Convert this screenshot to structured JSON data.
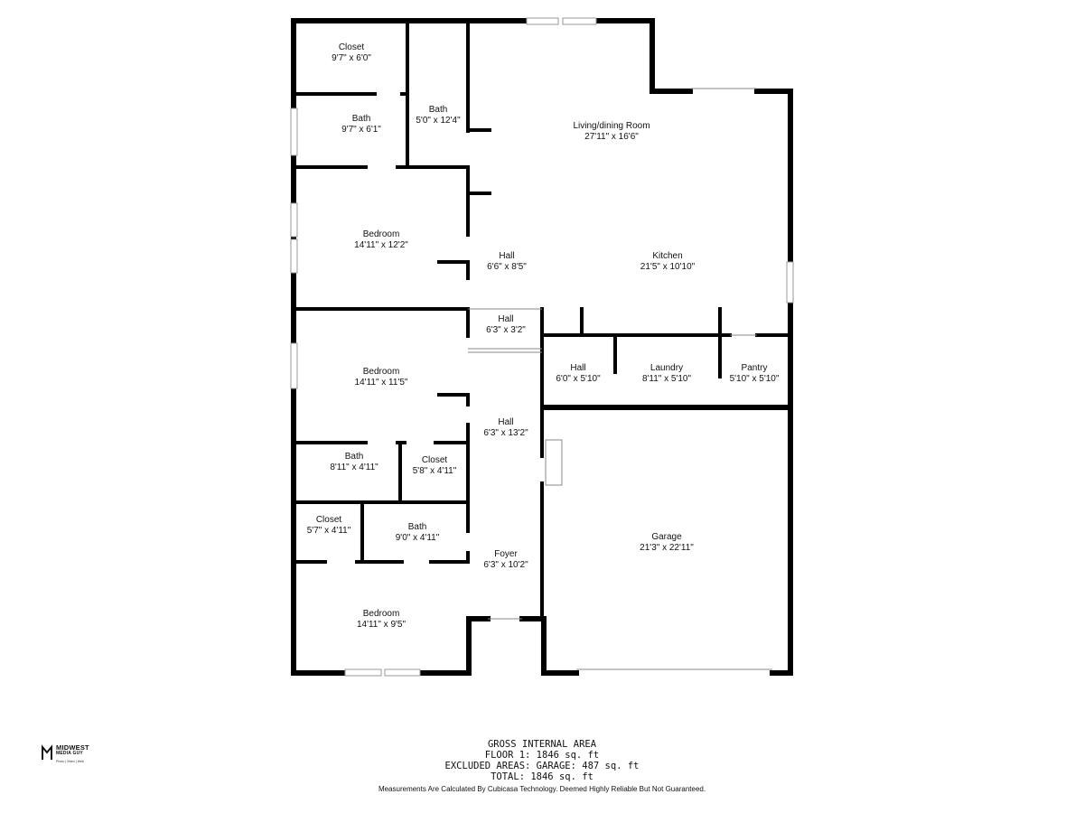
{
  "rooms": [
    {
      "name": "Closet",
      "size": "9'7\" x 6'0\""
    },
    {
      "name": "Bath",
      "size": "9'7\" x 6'1\""
    },
    {
      "name": "Bath",
      "size": "5'0\" x 12'4\""
    },
    {
      "name": "Living/dining Room",
      "size": "27'11\" x 16'6\""
    },
    {
      "name": "Bedroom",
      "size": "14'11\" x 12'2\""
    },
    {
      "name": "Hall",
      "size": "6'6\" x 8'5\""
    },
    {
      "name": "Kitchen",
      "size": "21'5\" x 10'10\""
    },
    {
      "name": "Hall",
      "size": "6'3\" x 3'2\""
    },
    {
      "name": "Bedroom",
      "size": "14'11\" x 11'5\""
    },
    {
      "name": "Hall",
      "size": "6'0\" x 5'10\""
    },
    {
      "name": "Laundry",
      "size": "8'11\" x 5'10\""
    },
    {
      "name": "Pantry",
      "size": "5'10\" x 5'10\""
    },
    {
      "name": "Hall",
      "size": "6'3\" x 13'2\""
    },
    {
      "name": "Bath",
      "size": "8'11\" x 4'11\""
    },
    {
      "name": "Closet",
      "size": "5'8\" x 4'11\""
    },
    {
      "name": "Closet",
      "size": "5'7\" x 4'11\""
    },
    {
      "name": "Bath",
      "size": "9'0\" x 4'11\""
    },
    {
      "name": "Foyer",
      "size": "6'3\" x 10'2\""
    },
    {
      "name": "Garage",
      "size": "21'3\" x 22'11\""
    },
    {
      "name": "Bedroom",
      "size": "14'11\" x 9'5\""
    }
  ],
  "area_summary": {
    "heading": "GROSS INTERNAL AREA",
    "floor": "FLOOR 1: 1846 sq. ft",
    "excluded": "EXCLUDED AREAS: GARAGE: 487 sq. ft",
    "total": "TOTAL: 1846 sq. ft",
    "disclaimer": "Measurements Are Calculated By Cubicasa Technology. Deemed Highly Reliable But Not Guaranteed."
  },
  "logo": {
    "line1": "MIDWEST",
    "line2": "MEDIA GUY",
    "tagline": "Photo | Video | Web"
  },
  "colors": {
    "wall": "#000000",
    "window": "#bbbbbb",
    "background": "#ffffff"
  }
}
